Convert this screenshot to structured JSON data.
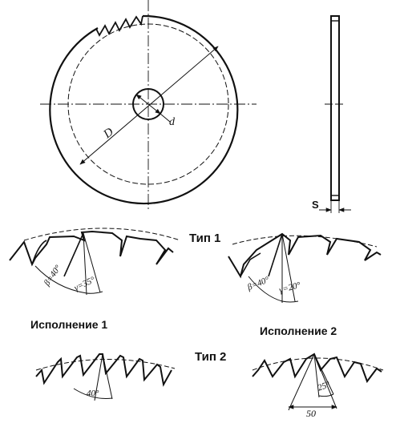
{
  "labels": {
    "diameter": "D",
    "bore": "d",
    "thickness": "S",
    "type1": "Тип 1",
    "type2": "Тип 2",
    "variant1": "Исполнение 1",
    "variant2": "Исполнение 2",
    "beta40_a": "β=40°",
    "gamma35": "γ=35°",
    "beta40_b": "β=40°",
    "gamma20": "γ=20°",
    "angle40": "40°",
    "angle25": "25°",
    "dim50": "50"
  }
}
